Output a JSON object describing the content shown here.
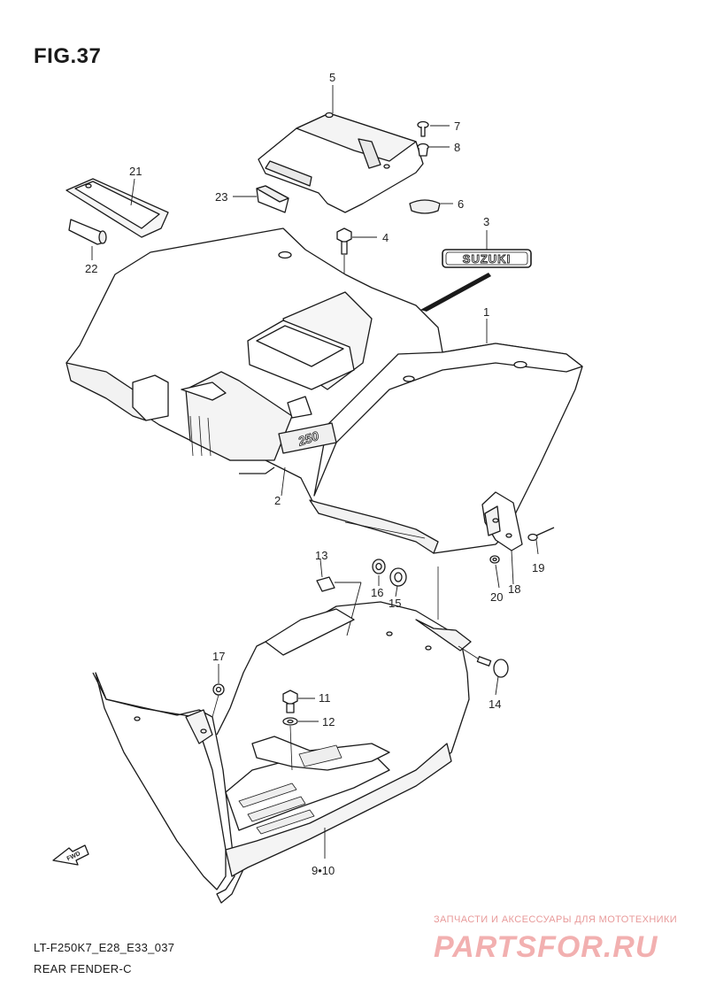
{
  "figure": {
    "title": "FIG.37"
  },
  "callouts": [
    {
      "id": "5",
      "label": "5"
    },
    {
      "id": "7",
      "label": "7"
    },
    {
      "id": "8",
      "label": "8"
    },
    {
      "id": "21",
      "label": "21"
    },
    {
      "id": "23",
      "label": "23"
    },
    {
      "id": "6",
      "label": "6"
    },
    {
      "id": "3",
      "label": "3"
    },
    {
      "id": "4",
      "label": "4"
    },
    {
      "id": "22",
      "label": "22"
    },
    {
      "id": "1",
      "label": "1"
    },
    {
      "id": "2",
      "label": "2"
    },
    {
      "id": "19",
      "label": "19"
    },
    {
      "id": "13",
      "label": "13"
    },
    {
      "id": "16",
      "label": "16"
    },
    {
      "id": "15",
      "label": "15"
    },
    {
      "id": "20",
      "label": "20"
    },
    {
      "id": "18",
      "label": "18"
    },
    {
      "id": "17",
      "label": "17"
    },
    {
      "id": "11",
      "label": "11"
    },
    {
      "id": "12",
      "label": "12"
    },
    {
      "id": "14",
      "label": "14"
    },
    {
      "id": "9-10",
      "label": "9•10"
    }
  ],
  "emblem": {
    "text": "SUZUKI"
  },
  "fender_badge": {
    "text": "250"
  },
  "fwd_arrow": {
    "text": "FWD"
  },
  "footer": {
    "code": "LT-F250K7_E28_E33_037",
    "name": "REAR FENDER-C"
  },
  "watermark": {
    "tagline": "ЗАПЧАСТИ И АКСЕССУАРЫ ДЛЯ МОТОТЕХНИКИ",
    "brand": "PARTSFOR.RU"
  }
}
